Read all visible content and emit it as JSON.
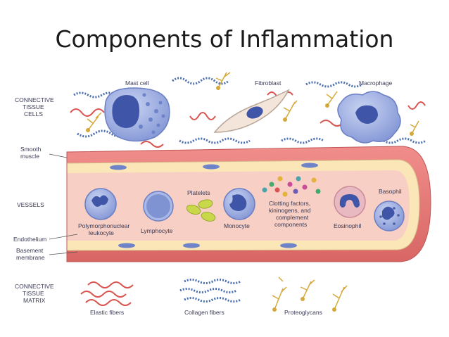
{
  "title": "Components of Inflammation",
  "side_labels": {
    "connective_tissue_cells": [
      "CONNECTIVE",
      "TISSUE",
      "CELLS"
    ],
    "smooth_muscle": [
      "Smooth",
      "muscle"
    ],
    "vessels": [
      "VESSELS"
    ],
    "endothelium": [
      "Endothelium"
    ],
    "basement_membrane": [
      "Basement",
      "membrane"
    ],
    "connective_tissue_matrix": [
      "CONNECTIVE",
      "TISSUE",
      "MATRIX"
    ]
  },
  "cell_labels": {
    "mast_cell": "Mast cell",
    "fibroblast": "Fibroblast",
    "macrophage": "Macrophage"
  },
  "vessel_labels": {
    "pmn": [
      "Polymorphonuclear",
      "leukocyte"
    ],
    "lymphocyte": "Lymphocyte",
    "platelets": "Platelets",
    "monocyte": "Monocyte",
    "clotting": [
      "Clotting factors,",
      "kininogens, and",
      "complement",
      "components"
    ],
    "eosinophil": "Eosinophil",
    "basophil": "Basophil"
  },
  "matrix_labels": {
    "elastic": "Elastic fibers",
    "collagen": "Collagen fibers",
    "proteoglycans": "Proteoglycans"
  },
  "colors": {
    "vessel_wall": "#e37d7c",
    "endothelium": "#fbe6b8",
    "lumen": "#f7cfc4",
    "cell_fill": "#a9b8e6",
    "nucleus": "#3f56a8",
    "collagen": "#4a6fb0",
    "elastic": "#d9534f",
    "proteoglycan": "#d4a93a",
    "platelet": "#c8d84a"
  }
}
